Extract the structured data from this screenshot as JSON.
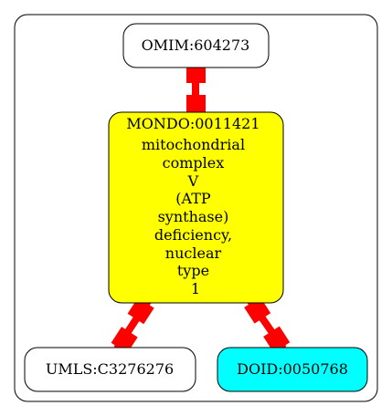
{
  "diagram": {
    "nodes": {
      "omim": {
        "label": "OMIM:604273",
        "fill": "#ffffff"
      },
      "mondo": {
        "label_lines": [
          "MONDO:0011421",
          "mitochondrial",
          "complex",
          "V",
          "(ATP",
          "synthase)",
          "deficiency,",
          "nuclear",
          "type",
          "1"
        ],
        "fill": "#ffff00"
      },
      "umls": {
        "label": "UMLS:C3276276",
        "fill": "#ffffff"
      },
      "doid": {
        "label": "DOID:0050768",
        "fill": "#00ffff"
      }
    },
    "edges": [
      {
        "from": "omim",
        "to": "mondo",
        "color": "#ff0000",
        "style": "double-headed box arrow"
      },
      {
        "from": "mondo",
        "to": "umls",
        "color": "#ff0000",
        "style": "double-headed box arrow"
      },
      {
        "from": "mondo",
        "to": "doid",
        "color": "#ff0000",
        "style": "double-headed box arrow"
      }
    ]
  }
}
